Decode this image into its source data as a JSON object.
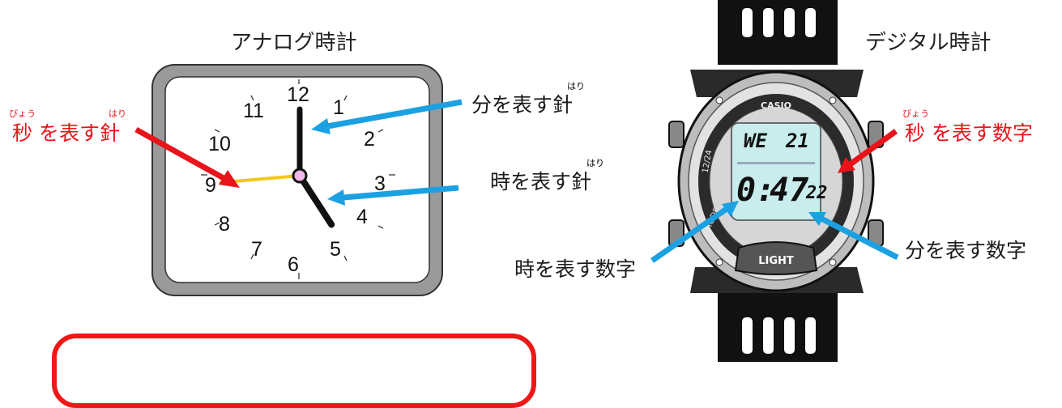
{
  "analog": {
    "title": "アナログ時計",
    "numbers": [
      "12",
      "1",
      "2",
      "3",
      "4",
      "5",
      "6",
      "7",
      "8",
      "9",
      "10",
      "11"
    ],
    "time": {
      "hour": 5,
      "minute": 0,
      "second": 45
    },
    "colors": {
      "frame": "#9a9a9a",
      "face": "#ffffff",
      "hand": "#111111",
      "second_hand": "#f2c81a",
      "pivot": "#f0b8e8"
    },
    "labels": {
      "minute_hand": {
        "text": "分を表す針",
        "ruby_char": "針",
        "ruby": "はり"
      },
      "hour_hand": {
        "text": "時を表す針",
        "ruby_char": "針",
        "ruby": "はり"
      },
      "second_hand": {
        "text": "秒 を表す針",
        "ruby_char1": "秒",
        "ruby1": "びょう",
        "ruby_char2": "針",
        "ruby2": "はり"
      }
    }
  },
  "digital": {
    "title": "デジタル時計",
    "brand": "CASIO",
    "mode_label": "12/24",
    "side_label": "MODE",
    "button_label": "LIGHT",
    "display": {
      "day": "WE",
      "date": "21",
      "hours": "0",
      "minutes": "47",
      "seconds": "22"
    },
    "labels": {
      "second_digits": {
        "text": "秒 を表す数字",
        "ruby_char": "秒",
        "ruby": "びょう"
      },
      "hour_digits": {
        "text": "時を表す数字"
      },
      "minute_digits": {
        "text": "分を表す数字"
      }
    }
  },
  "colors": {
    "red_arrow": "#e8141a",
    "blue_arrow": "#1ba1e2",
    "lcd": "#c9ecec",
    "strap": "#111111"
  }
}
